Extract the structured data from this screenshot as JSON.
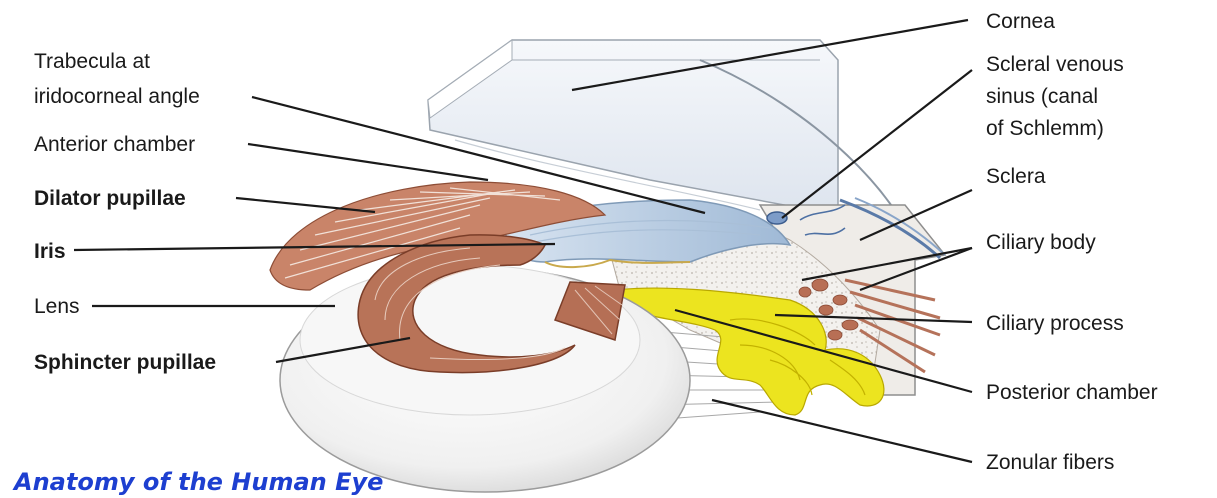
{
  "caption": "Anatomy of the Human Eye",
  "labels": {
    "cornea": "Cornea",
    "trabecula_1": "Trabecula at",
    "trabecula_2": "iridocorneal angle",
    "scleral_1": "Scleral venous",
    "scleral_2": "sinus (canal",
    "scleral_3": "of Schlemm)",
    "anterior_chamber": "Anterior chamber",
    "sclera": "Sclera",
    "dilator_pupillae": "Dilator pupillae",
    "ciliary_body": "Ciliary body",
    "iris": "Iris",
    "lens": "Lens",
    "ciliary_process": "Ciliary process",
    "sphincter_pupillae": "Sphincter pupillae",
    "posterior_chamber": "Posterior chamber",
    "zonular_fibers": "Zonular fibers"
  },
  "colors": {
    "caption": "#1d3fd0",
    "iris_muscle": "#b8735a",
    "ciliary_process": "#e8e020",
    "iris_blue": "#b8cde2",
    "lens": "#ededed"
  }
}
